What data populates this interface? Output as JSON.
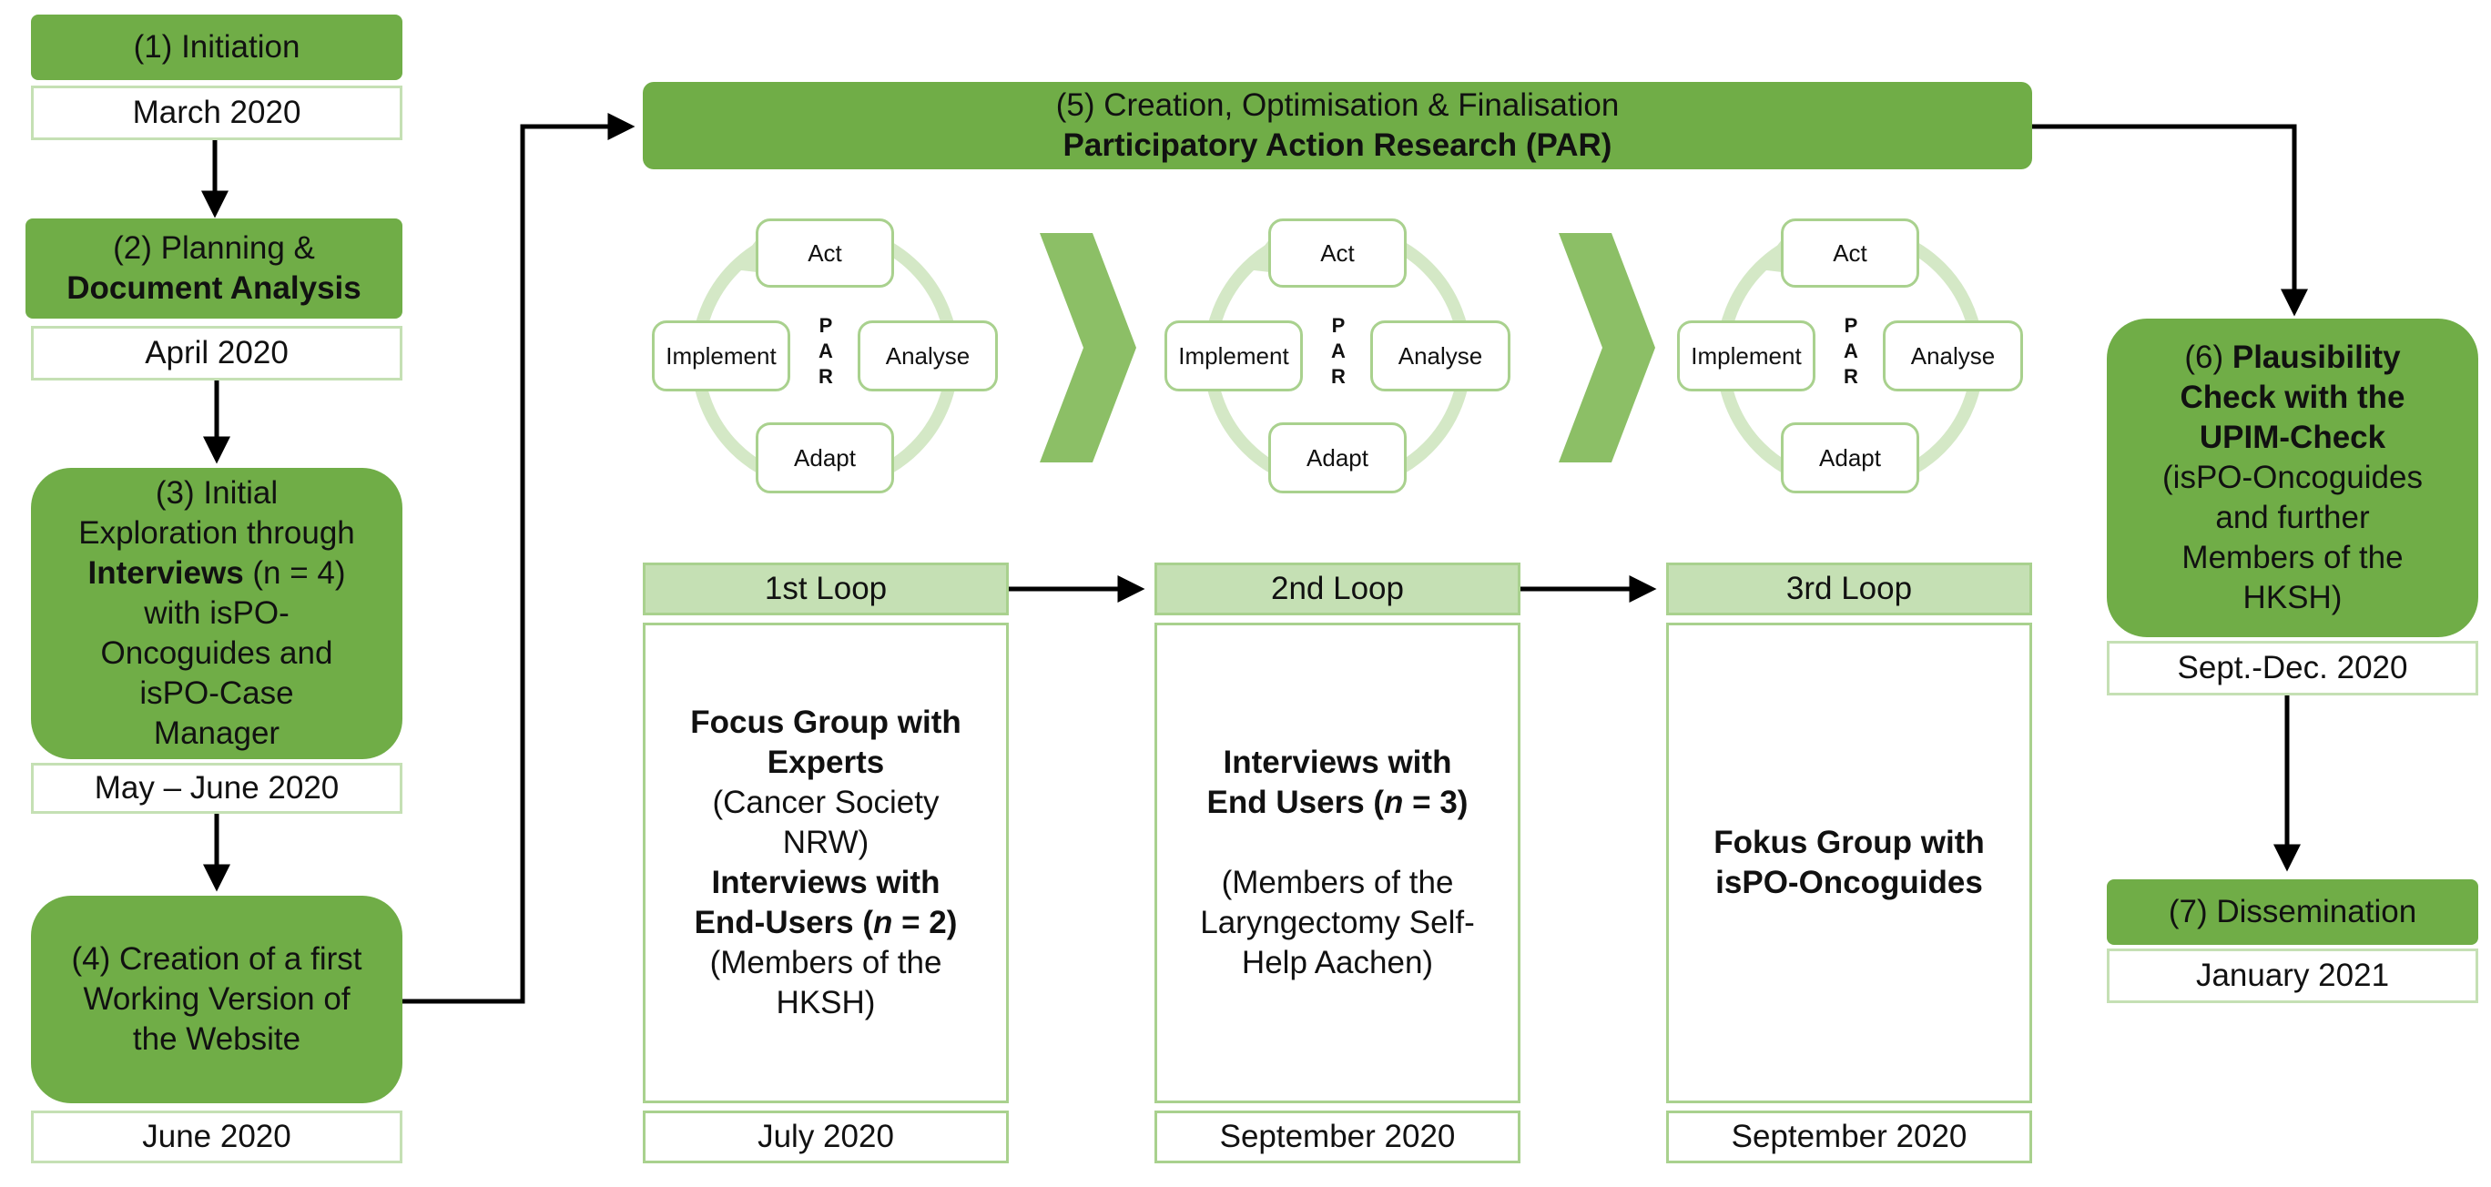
{
  "step1": {
    "title": "(1) Initiation",
    "date": "March 2020"
  },
  "step2": {
    "line1": "(2) Planning &",
    "line2": "Document Analysis",
    "date": "April 2020"
  },
  "step3": {
    "l1": "(3) Initial",
    "l2": "Exploration through",
    "l3_bold": "Interviews",
    "l3_rest": " (n = 4)",
    "l4": "with isPO-",
    "l5": "Oncoguides and",
    "l6": "isPO-Case",
    "l7": "Manager",
    "date": "May – June 2020"
  },
  "step4": {
    "l1": "(4) Creation of a first",
    "l2": "Working Version of",
    "l3": "the Website",
    "date": "June 2020"
  },
  "step5": {
    "line1": "(5) Creation, Optimisation & Finalisation",
    "line2": "Participatory Action Research (PAR)"
  },
  "cycle": {
    "act": "Act",
    "implement": "Implement",
    "analyse": "Analyse",
    "adapt": "Adapt",
    "p": "P",
    "a": "A",
    "r": "R"
  },
  "loops": [
    {
      "head": "1st Loop",
      "date": "July 2020"
    },
    {
      "head": "2nd Loop",
      "date": "September 2020"
    },
    {
      "head": "3rd Loop",
      "date": "September 2020"
    }
  ],
  "loop1": {
    "b1": "Focus Group with",
    "b2": "Experts",
    "r1": "(Cancer Society",
    "r2": "NRW)",
    "b3": "Interviews with",
    "b4a": "End-Users (",
    "b4n": "n",
    "b4b": " = 2)",
    "r3": "(Members of the",
    "r4": "HKSH)"
  },
  "loop2": {
    "b1": "Interviews with",
    "b2a": "End Users (",
    "b2n": "n",
    "b2b": " = 3)",
    "r1": "(Members of the",
    "r2": "Laryngectomy Self-",
    "r3": "Help Aachen)"
  },
  "loop3": {
    "b1": "Fokus Group with",
    "b2": "isPO-Oncoguides"
  },
  "step6": {
    "pre": "(6) ",
    "b1": "Plausibility",
    "b2": "Check with the",
    "b3": "UPIM-Check",
    "r1": "(isPO-Oncoguides",
    "r2": "and further",
    "r3": "Members of the",
    "r4": "HKSH)",
    "date": "Sept.-Dec. 2020"
  },
  "step7": {
    "title": "(7) Dissemination",
    "date": "January 2021"
  },
  "colors": {
    "dark_green": "#70ad47",
    "light_green": "#c5e0b4",
    "chevron": "#8cbf66",
    "ring": "#d4e8c6"
  }
}
